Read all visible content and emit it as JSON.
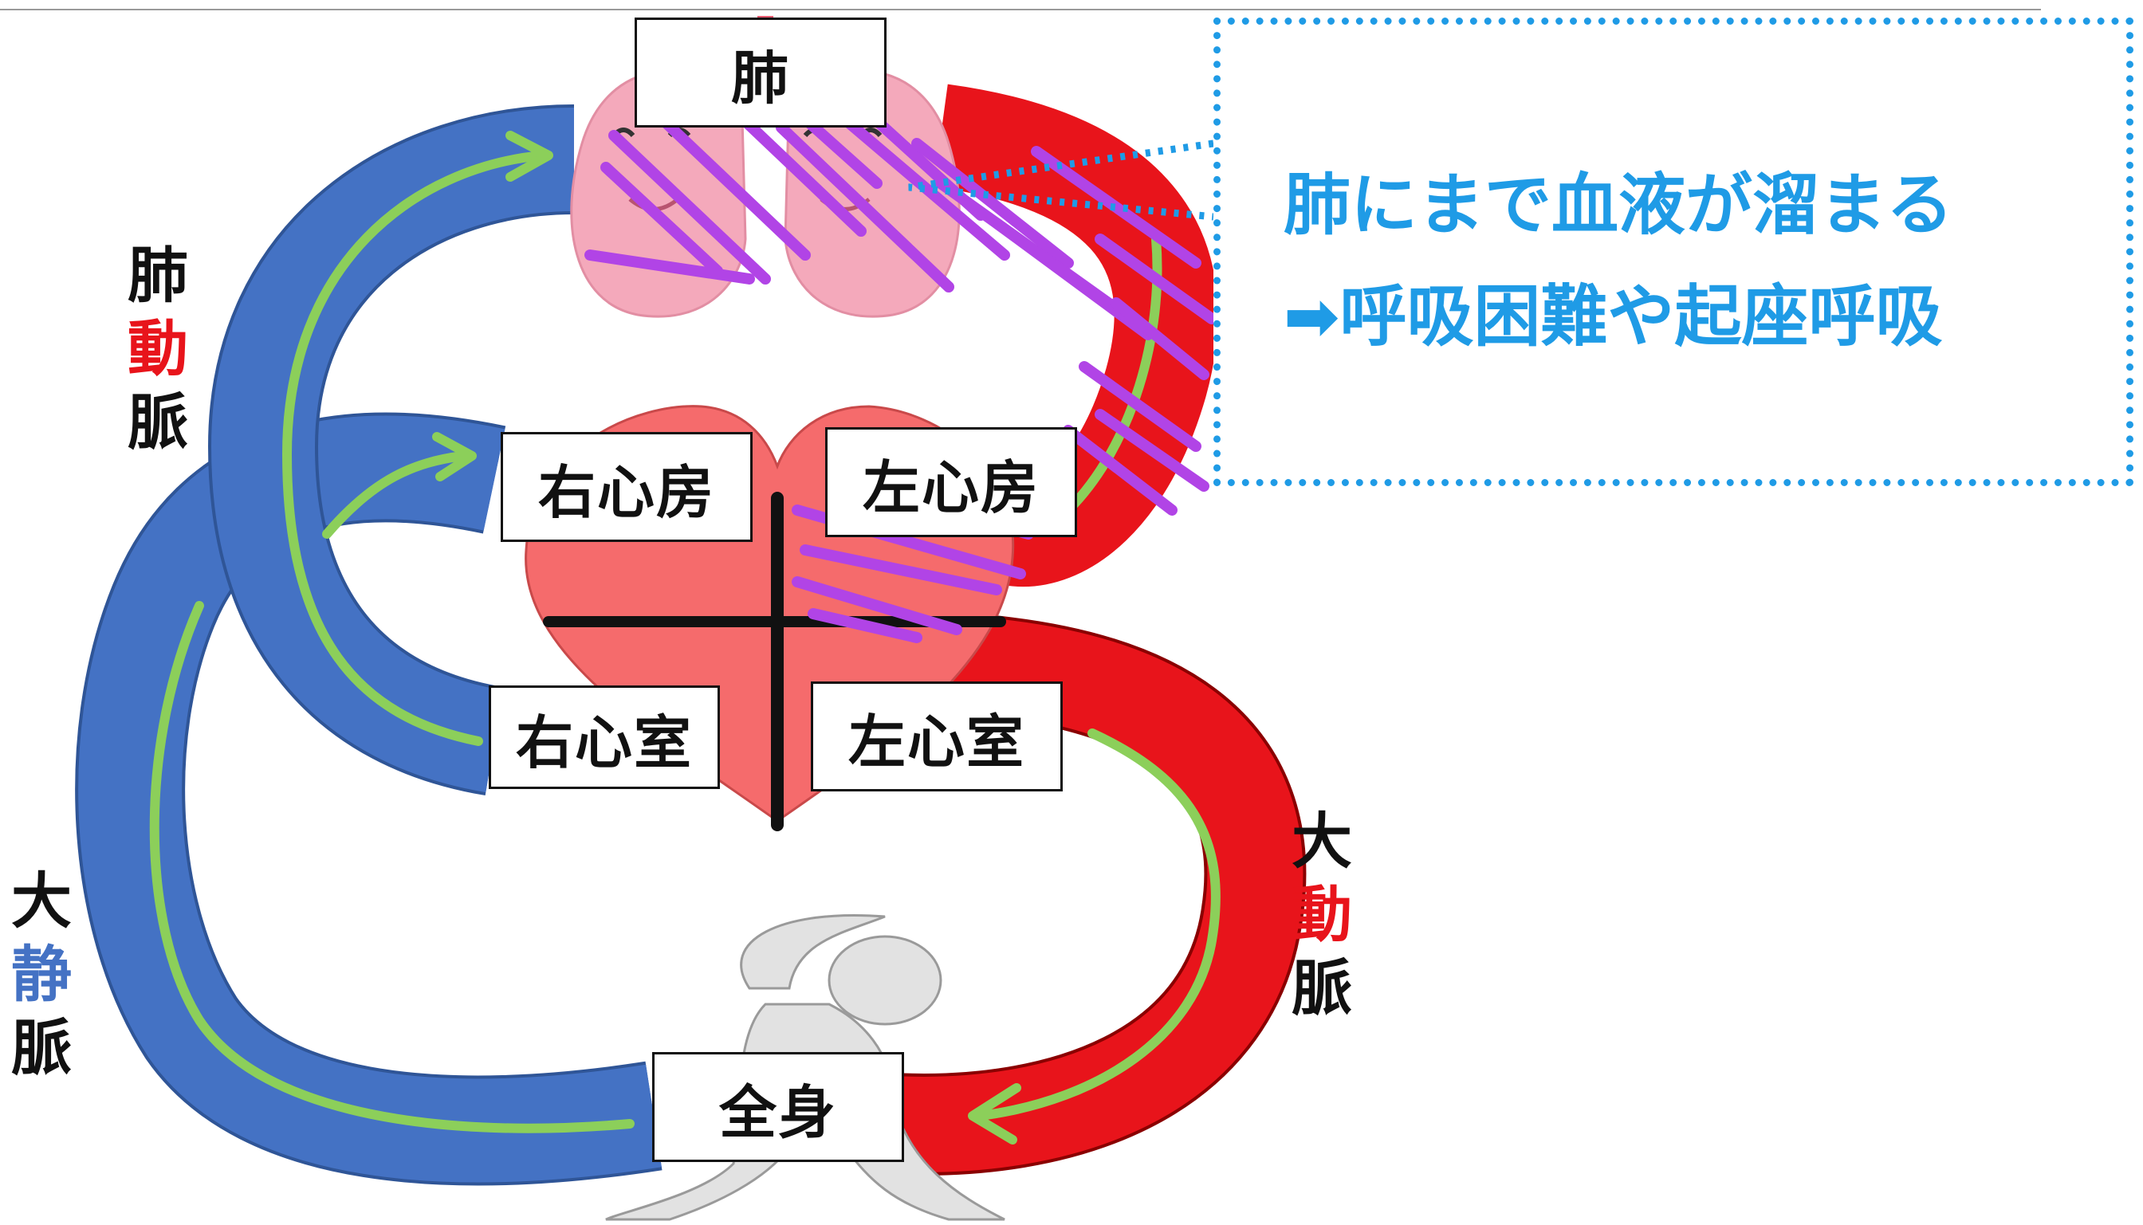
{
  "boxes": {
    "lung": "肺",
    "right_atrium": "右心房",
    "left_atrium": "左心房",
    "right_ventricle": "右心室",
    "left_ventricle": "左心室",
    "whole_body": "全身"
  },
  "vessels": {
    "pulmonary_artery": [
      "肺",
      "動",
      "脈"
    ],
    "aorta": [
      "大",
      "動",
      "脈"
    ],
    "vena_cava": [
      "大",
      "静",
      "脈"
    ]
  },
  "callout": {
    "line1": "肺にまで血液が溜まる",
    "line2": "➡呼吸困難や起座呼吸"
  },
  "colors": {
    "artery_red": "#e8141b",
    "vein_blue": "#4472c4",
    "flow_green": "#8ccf5a",
    "heart_red": "#f56b6c",
    "lung_pink": "#f4a9bb",
    "annotation_purple": "#b144e6",
    "callout_blue": "#1f9be6"
  }
}
